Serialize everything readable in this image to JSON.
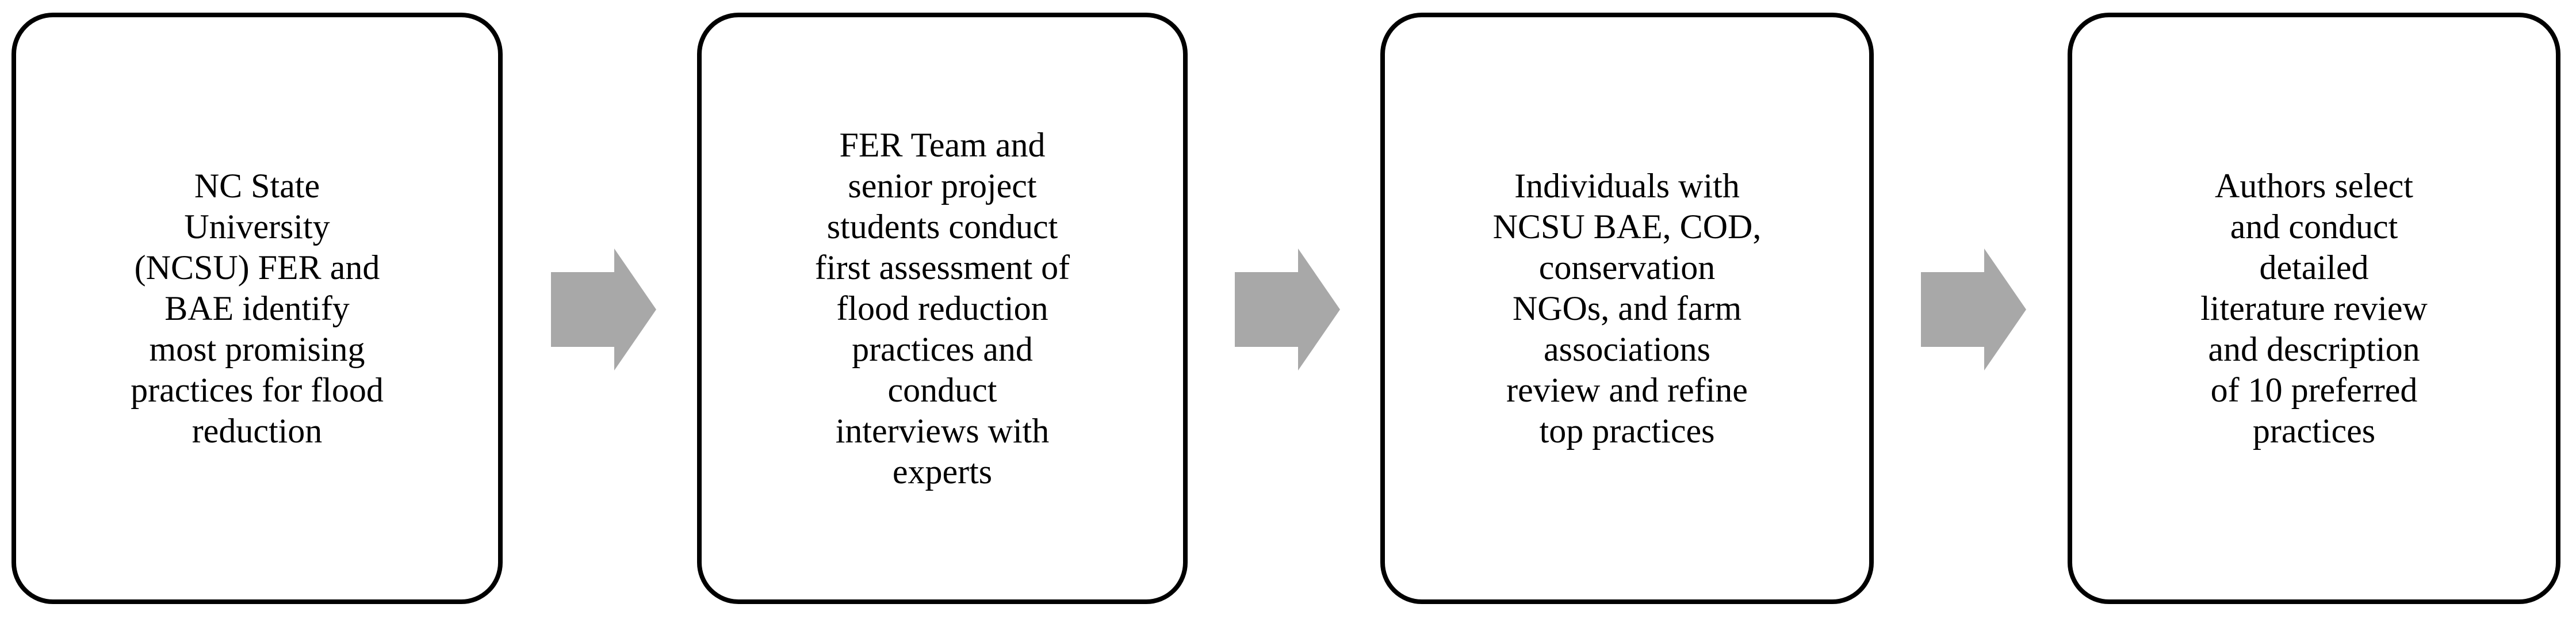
{
  "diagram": {
    "type": "horizontal-process-flow",
    "title": "",
    "background_color": "#ffffff",
    "box_border_color": "#000000",
    "box_fill_color": "#ffffff",
    "arrow_color": "#a8a8a8",
    "text_color": "#000000",
    "step_count": 4,
    "arrow_count": 3,
    "steps": [
      {
        "id": "step-1",
        "order": 1,
        "text": "NC State\nUniversity\n(NCSU) FER and\nBAE identify\nmost promising\npractices for flood\nreduction"
      },
      {
        "id": "step-2",
        "order": 2,
        "text": "FER Team and\nsenior project\nstudents conduct\nfirst assessment of\nflood reduction\npractices and\nconduct\ninterviews with\nexperts"
      },
      {
        "id": "step-3",
        "order": 3,
        "text": "Individuals with\nNCSU BAE, COD,\nconservation\nNGOs, and farm\nassociations\nreview and refine\ntop practices"
      },
      {
        "id": "step-4",
        "order": 4,
        "text": "Authors select\nand conduct\ndetailed\nliterature review\nand description\nof 10 preferred\npractices"
      }
    ],
    "connectors": [
      {
        "id": "connector-1",
        "from": "step-1",
        "to": "step-2",
        "direction": "right",
        "shape": "block-arrow"
      },
      {
        "id": "connector-2",
        "from": "step-2",
        "to": "step-3",
        "direction": "right",
        "shape": "block-arrow"
      },
      {
        "id": "connector-3",
        "from": "step-3",
        "to": "step-4",
        "direction": "right",
        "shape": "block-arrow"
      }
    ]
  }
}
